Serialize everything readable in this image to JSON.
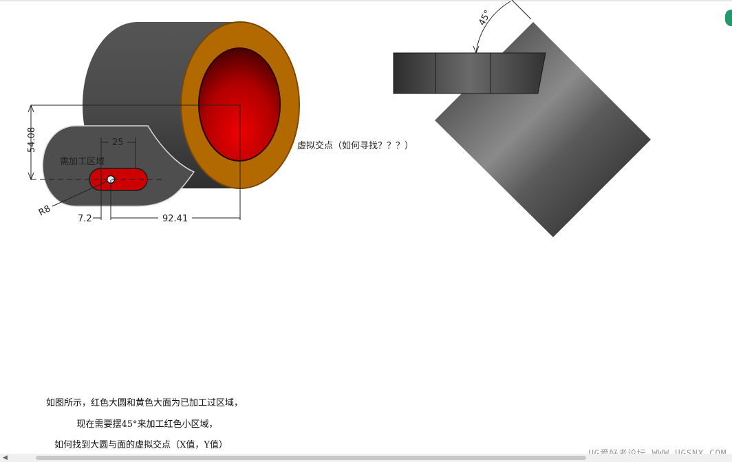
{
  "dimensions": {
    "width_25": "25",
    "height_54": "54.08",
    "radius_r8": "R8",
    "offset_72": "7.2",
    "length_9241": "92.41",
    "angle_45": "45°"
  },
  "labels": {
    "machining_area": "需加工区域",
    "virtual_point": "虚拟交点（如何寻找？？？）"
  },
  "caption": {
    "line1": "如图所示，红色大圆和黄色大面为已加工过区域，",
    "line2": "现在需要摆45°来加工红色小区域，",
    "line3": "如何找到大圆与面的虚拟交点（X值，Y值）"
  },
  "watermark": "UG爱好者论坛 WWW.UGSNX.COM",
  "colors": {
    "body_gray": "#4d4d4d",
    "ring_orange": "#b26a00",
    "bore_red": "#c00000",
    "slot_red": "#cc0000"
  }
}
